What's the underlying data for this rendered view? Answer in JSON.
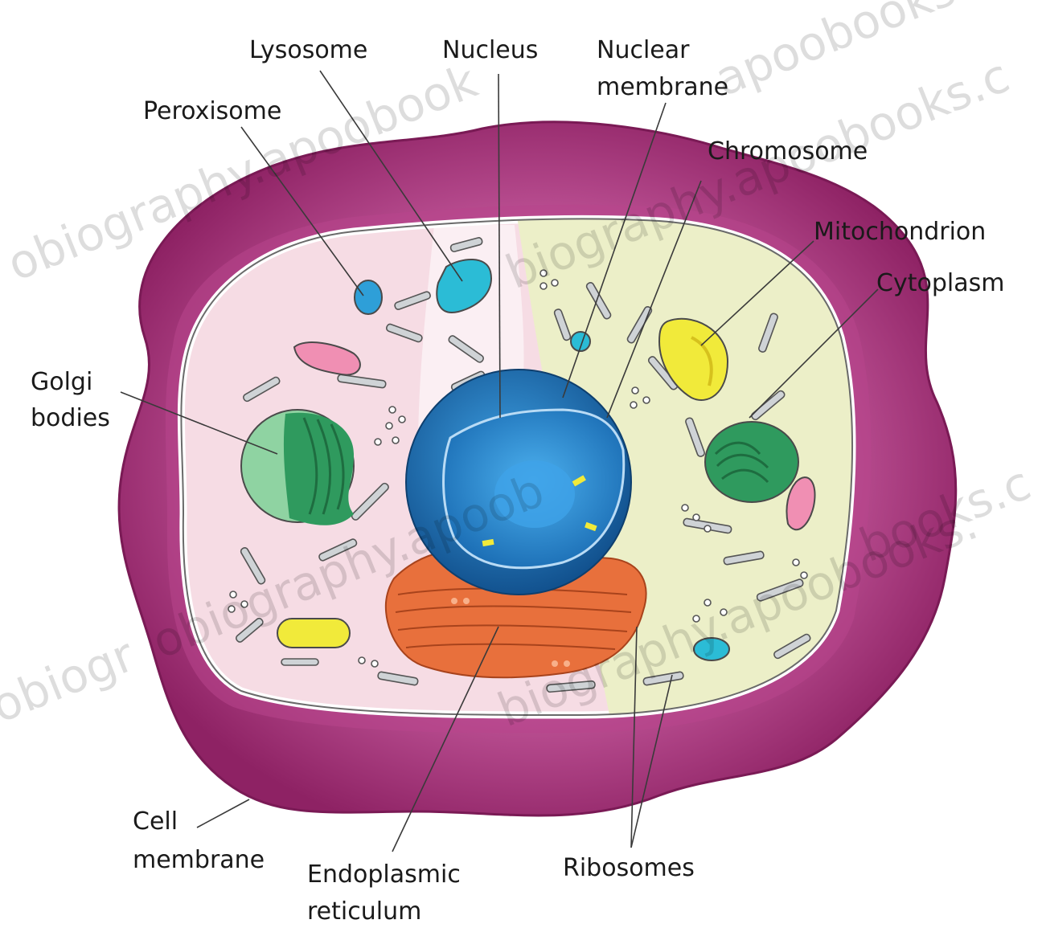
{
  "labels": {
    "lysosome": "Lysosome",
    "nucleus": "Nucleus",
    "nuclear_membrane_1": "Nuclear",
    "nuclear_membrane_2": "membrane",
    "peroxisome": "Peroxisome",
    "chromosome": "Chromosome",
    "mitochondrion": "Mitochondrion",
    "cytoplasm": "Cytoplasm",
    "golgi_1": "Golgi",
    "golgi_2": "bodies",
    "cell_membrane_1": "Cell",
    "cell_membrane_2": "membrane",
    "er_1": "Endoplasmic",
    "er_2": "reticulum",
    "ribosomes": "Ribosomes"
  },
  "watermarks": {
    "top_right": "apoobooks.c",
    "top_left": "obiography.apoobook",
    "mid_top": "biography.apoobooks.c",
    "right_mid": "books.c",
    "mid_left": "obiography.apoob",
    "center": "biography.apoobooks.",
    "bottom_left": "obiogr",
    "bottom_center": "biography.apoo"
  },
  "colors": {
    "outer_membrane": "#a0306f",
    "outer_membrane_light": "#c2579a",
    "cytoplasm_left": "#f6dce4",
    "cytoplasm_right": "#ecefc8",
    "nucleus_outer": "#1f6fb3",
    "nucleus_inner": "#2c8fd6",
    "er": "#e8703c",
    "golgi": "#2f9a5e",
    "mitochondrion": "#f1ea3a",
    "lysosome": "#2bbcd6"
  }
}
